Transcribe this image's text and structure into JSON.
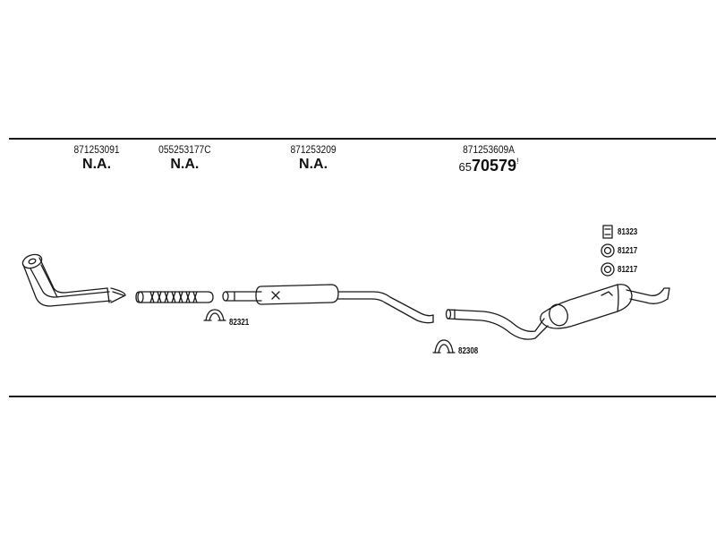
{
  "parts": [
    {
      "part_number": "871253091",
      "status": "N.A."
    },
    {
      "part_number": "055253177C",
      "status": "N.A."
    },
    {
      "part_number": "871253209",
      "status": "N.A."
    },
    {
      "part_number": "871253609A",
      "price_prefix": "65",
      "price_main": "70579",
      "price_mark": "!"
    }
  ],
  "fittings": [
    {
      "code": "82321"
    },
    {
      "code": "82308"
    },
    {
      "code": "81323"
    },
    {
      "code": "81217"
    },
    {
      "code": "81217"
    }
  ]
}
